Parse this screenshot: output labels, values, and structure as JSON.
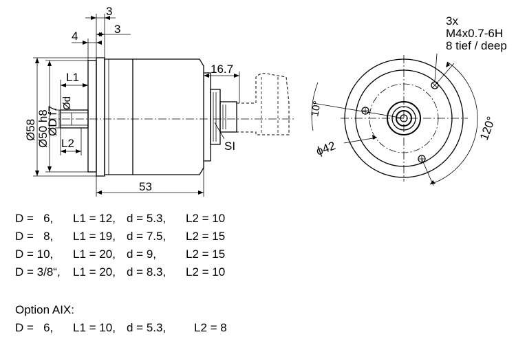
{
  "drawing": {
    "side_view": {
      "dim_top_3a": "3",
      "dim_top_3b": "3",
      "dim_4": "4",
      "dim_L1": "L1",
      "dim_L2": "L2",
      "dim_diam58": "Ø58",
      "dim_diam50": "Ø50 h8",
      "dim_diamD": "ØD f7",
      "dim_diamd": "Ød",
      "dim_16_7": "16.7",
      "dim_53": "53",
      "label_SI": "SI"
    },
    "front_view": {
      "thread_count": "3x",
      "thread_spec": "M4x0.7-6H",
      "thread_depth": "8 tief / deep",
      "angle_10": "10°",
      "angle_120": "120°",
      "bolt_circle": "ϕ42"
    }
  },
  "variants": [
    {
      "D": "D =   6,",
      "L1": "L1 = 12,",
      "d": "d = 5.3,",
      "L2": "L2 = 10"
    },
    {
      "D": "D =   8,",
      "L1": "L1 = 19,",
      "d": "d = 7.5,",
      "L2": "L2 = 15"
    },
    {
      "D": "D = 10,",
      "L1": "L1 = 20,",
      "d": "d = 9,",
      "L2": "L2 = 15"
    },
    {
      "D": "D = 3/8“,",
      "L1": "L1 = 20,",
      "d": "d = 8.3,",
      "L2": "L2 = 10"
    }
  ],
  "option": {
    "title": "Option AIX:",
    "D": "D =   6,",
    "L1": "L1 = 10,",
    "d": "d = 5.3,",
    "L2": "L2 = 8"
  }
}
